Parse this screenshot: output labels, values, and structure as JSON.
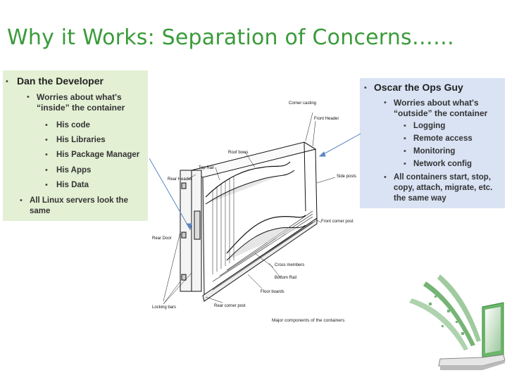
{
  "slide": {
    "title": "Why it Works: Separation of Concerns……",
    "left_box": {
      "heading": "Dan the Developer",
      "sub": "Worries about what's “inside” the container",
      "items": [
        "His code",
        "His Libraries",
        "His Package Manager",
        "His Apps",
        "His Data"
      ],
      "footer": "All Linux servers look the same"
    },
    "right_box": {
      "heading": "Oscar the Ops Guy",
      "sub": "Worries about what's “outside” the container",
      "items": [
        "Logging",
        "Remote access",
        "Monitoring",
        "Network config"
      ],
      "footer": "All containers start, stop, copy, attach, migrate, etc. the same way"
    },
    "diagram": {
      "labels": {
        "corner_casting": "Corner casting",
        "front_header": "Front Header",
        "roof_bows": "Roof bows",
        "top_rail": "Top Rail",
        "rear_header": "Rear Header",
        "side_posts": "Side posts",
        "front_corner_post": "Front corner post",
        "rear_door": "Rear Door",
        "cross_members": "Cross members",
        "bottom_rail": "Bottom Rail",
        "floor_boards": "Floor boards",
        "locking_bars": "Locking bars",
        "rear_corner_post": "Rear corner post"
      },
      "caption": "Major components of the containers"
    },
    "colors": {
      "title": "#3a9b3a",
      "left_box": "#e3f0d4",
      "right_box": "#d9e3f4"
    }
  }
}
